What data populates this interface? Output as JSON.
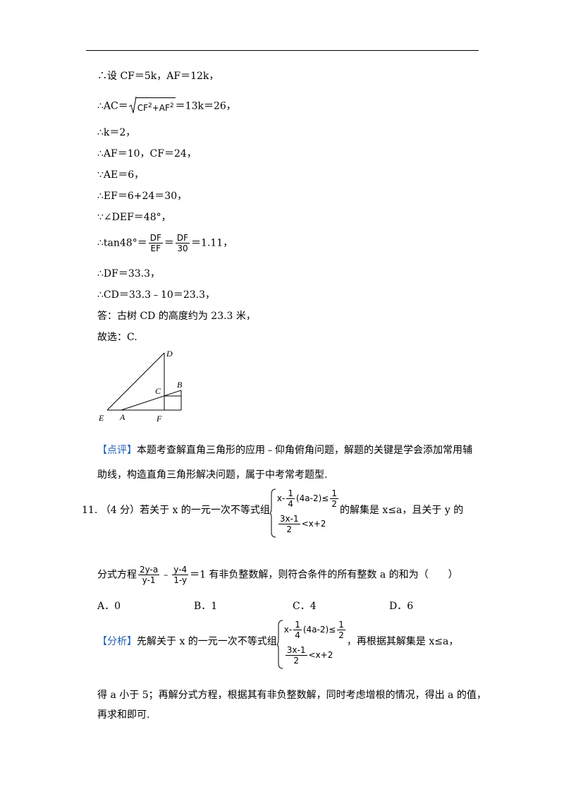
{
  "steps": {
    "s1": "∴设 CF＝5k，AF＝12k，",
    "s2_pre": "∴AC＝",
    "s2_rad_a": "CF",
    "s2_rad_b": "+AF",
    "s2_exp": "2",
    "s2_post": "＝13k＝26，",
    "s3": "∴k＝2，",
    "s4": "∴AF＝10，CF＝24，",
    "s5": "∵AE＝6，",
    "s6": "∴EF＝6+24＝30，",
    "s7": "∵∠DEF＝48°，",
    "s8_pre": "∴tan48°＝",
    "s8_num1": "DF",
    "s8_den1": "EF",
    "s8_eq": "＝",
    "s8_num2": "DF",
    "s8_den2": "30",
    "s8_post": "＝1.11，",
    "s9": "∴DF＝33.3，",
    "s10": "∴CD＝33.3﹣10＝23.3，",
    "s11": "答：古树 CD 的高度约为 23.3 米，",
    "s12": "故选：C."
  },
  "figure": {
    "labels": {
      "D": "D",
      "C": "C",
      "B": "B",
      "E": "E",
      "A": "A",
      "F": "F"
    }
  },
  "review": {
    "tag": "【点评】",
    "line1": "本题考查解直角三角形的应用﹣仰角俯角问题，解题的关键是学会添加常用辅",
    "line2": "助线，构造直角三角形解决问题，属于中考常考题型."
  },
  "question": {
    "number": "11.",
    "score": "（4 分）",
    "text_a": "若关于 x 的一元一次不等式组",
    "ineq1_pre": "x-",
    "ineq1_num": "1",
    "ineq1_den": "4",
    "ineq1_mid": "(4a-2)≤",
    "ineq1_rnum": "1",
    "ineq1_rden": "2",
    "ineq2_num": "3x-1",
    "ineq2_den": "2",
    "ineq2_post": "<x+2",
    "text_b": "的解集是 x≤a，且关于 y 的",
    "text_c": "分式方程",
    "eq_num1": "2y-a",
    "eq_den1": "y-1",
    "eq_minus": "﹣",
    "eq_num2": "y-4",
    "eq_den2": "1-y",
    "text_d": "＝1 有非负整数解，则符合条件的所有整数 a 的和为（　　）",
    "options": [
      "A．0",
      "B．1",
      "C．4",
      "D．6"
    ]
  },
  "analysis": {
    "tag": "【分析】",
    "text_a": "先解关于 x 的一元一次不等式组",
    "text_b": "，再根据其解集是 x≤a，",
    "line2": "得 a 小于 5；再解分式方程，根据其有非负整数解，同时考虑增根的情况，得出 a 的值，",
    "line3": "再求和即可."
  }
}
